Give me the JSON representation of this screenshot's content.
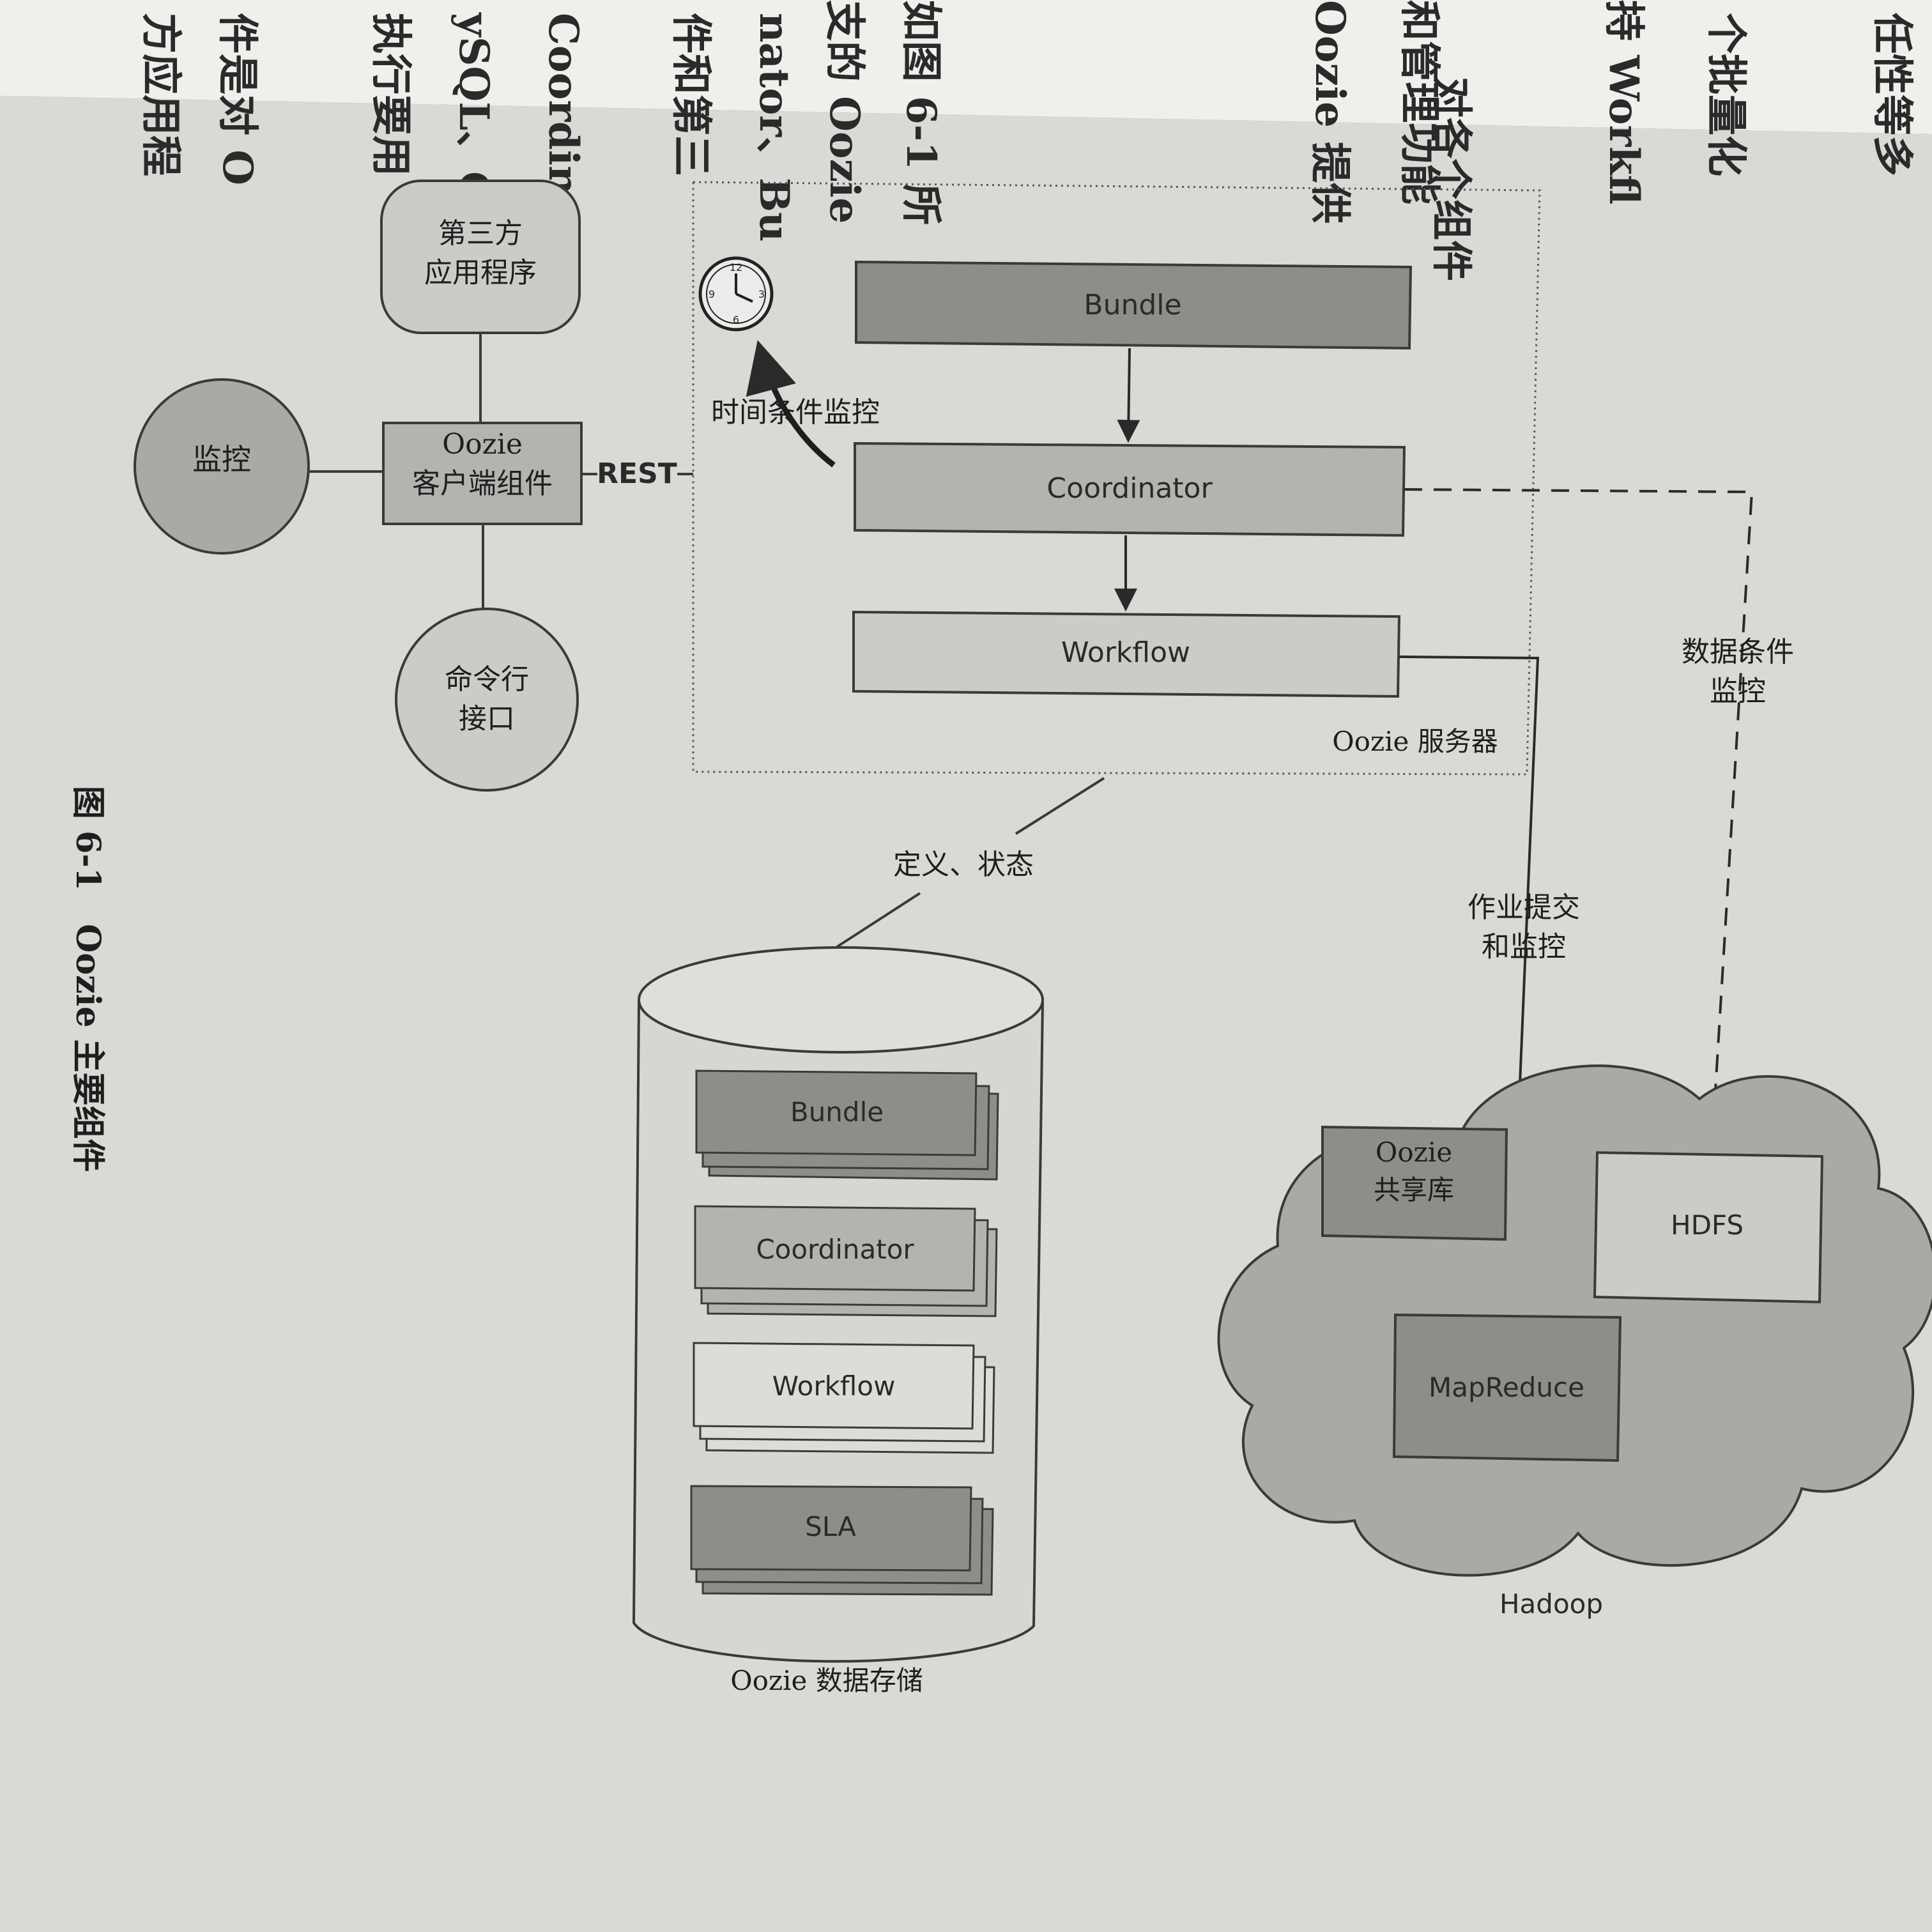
{
  "bleed_text": [
    "Coordin",
    "nator、Bu",
    "Oozie 提供",
    "和管理功能",
    "持 Workfl",
    "个批量化",
    "任性等多",
    "如图 6-1 所",
    "支的 Oozie",
    "件和第三",
    "对各个组件",
    "执行要用",
    "ySQL、O",
    "件是对 O",
    "方应用程"
  ],
  "client": {
    "third_party": "第三方\n应用程序",
    "monitor": "监控",
    "component": "Oozie\n客户端组件",
    "cli": "命令行\n接口",
    "rest": "REST"
  },
  "server": {
    "title": "Oozie 服务器",
    "bundle": "Bundle",
    "coordinator": "Coordinator",
    "workflow": "Workflow",
    "time_monitor": "时间条件监控",
    "clock_digits": [
      "12",
      "3",
      "6",
      "9"
    ]
  },
  "store": {
    "def_status": "定义、状态",
    "title": "Oozie 数据存储",
    "items": [
      "Bundle",
      "Coordinator",
      "Workflow",
      "SLA"
    ]
  },
  "hadoop": {
    "title": "Hadoop",
    "sharelib": "Oozie\n共享库",
    "hdfs": "HDFS",
    "mapreduce": "MapReduce",
    "job_submit": "作业提交\n和监控",
    "data_monitor": "数据条件\n监控"
  },
  "figure_caption": "图 6-1　Oozie 主要组件",
  "colors": {
    "page": "#d9d9d5",
    "box_dark": "#8d8d8a",
    "box_mid": "#b3b3b0",
    "box_light": "#cbcbc8",
    "box_lighter": "#dcdcd9",
    "line": "#3a3a3a"
  }
}
